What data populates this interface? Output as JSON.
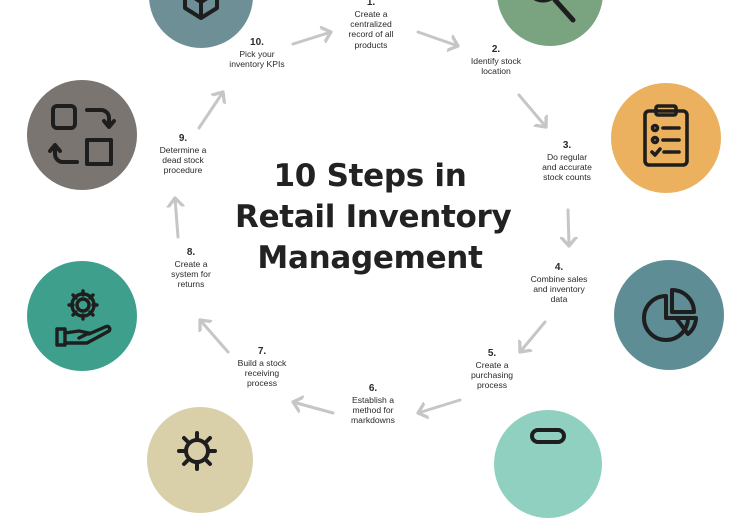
{
  "title": {
    "line1": "10 Steps in",
    "line2": "Retail Inventory",
    "line3": "Management"
  },
  "steps": [
    {
      "num": "1.",
      "text": "Create a\ncentralized\nrecord of all\nproducts"
    },
    {
      "num": "2.",
      "text": "Identify stock\nlocation"
    },
    {
      "num": "3.",
      "text": "Do regular\nand accurate\nstock counts"
    },
    {
      "num": "4.",
      "text": "Combine sales\nand inventory\ndata"
    },
    {
      "num": "5.",
      "text": "Create a\npurchasing\nprocess"
    },
    {
      "num": "6.",
      "text": "Establish a\nmethod for\nmarkdowns"
    },
    {
      "num": "7.",
      "text": "Build a stock\nreceiving\nprocess"
    },
    {
      "num": "8.",
      "text": "Create a\nsystem for\nreturns"
    },
    {
      "num": "9.",
      "text": "Determine a\ndead stock\nprocedure"
    },
    {
      "num": "10.",
      "text": "Pick your\ninventory KPIs"
    }
  ],
  "icons": [
    {
      "name": "package-icon",
      "color": "#6f8f97"
    },
    {
      "name": "magnifier-icon",
      "color": "#7aa37f"
    },
    {
      "name": "clipboard-checklist-icon",
      "color": "#ecb15f"
    },
    {
      "name": "pie-chart-icon",
      "color": "#5e8d96"
    },
    {
      "name": "cart-icon",
      "color": "#8fd0c1"
    },
    {
      "name": "gear-icon",
      "color": "#d9cfa9"
    },
    {
      "name": "gear-hand-icon",
      "color": "#3ea08c"
    },
    {
      "name": "swap-shapes-icon",
      "color": "#7a7570"
    }
  ],
  "colors": {
    "arrow": "#c6c6c6",
    "icon_stroke": "#1e1e1e"
  }
}
